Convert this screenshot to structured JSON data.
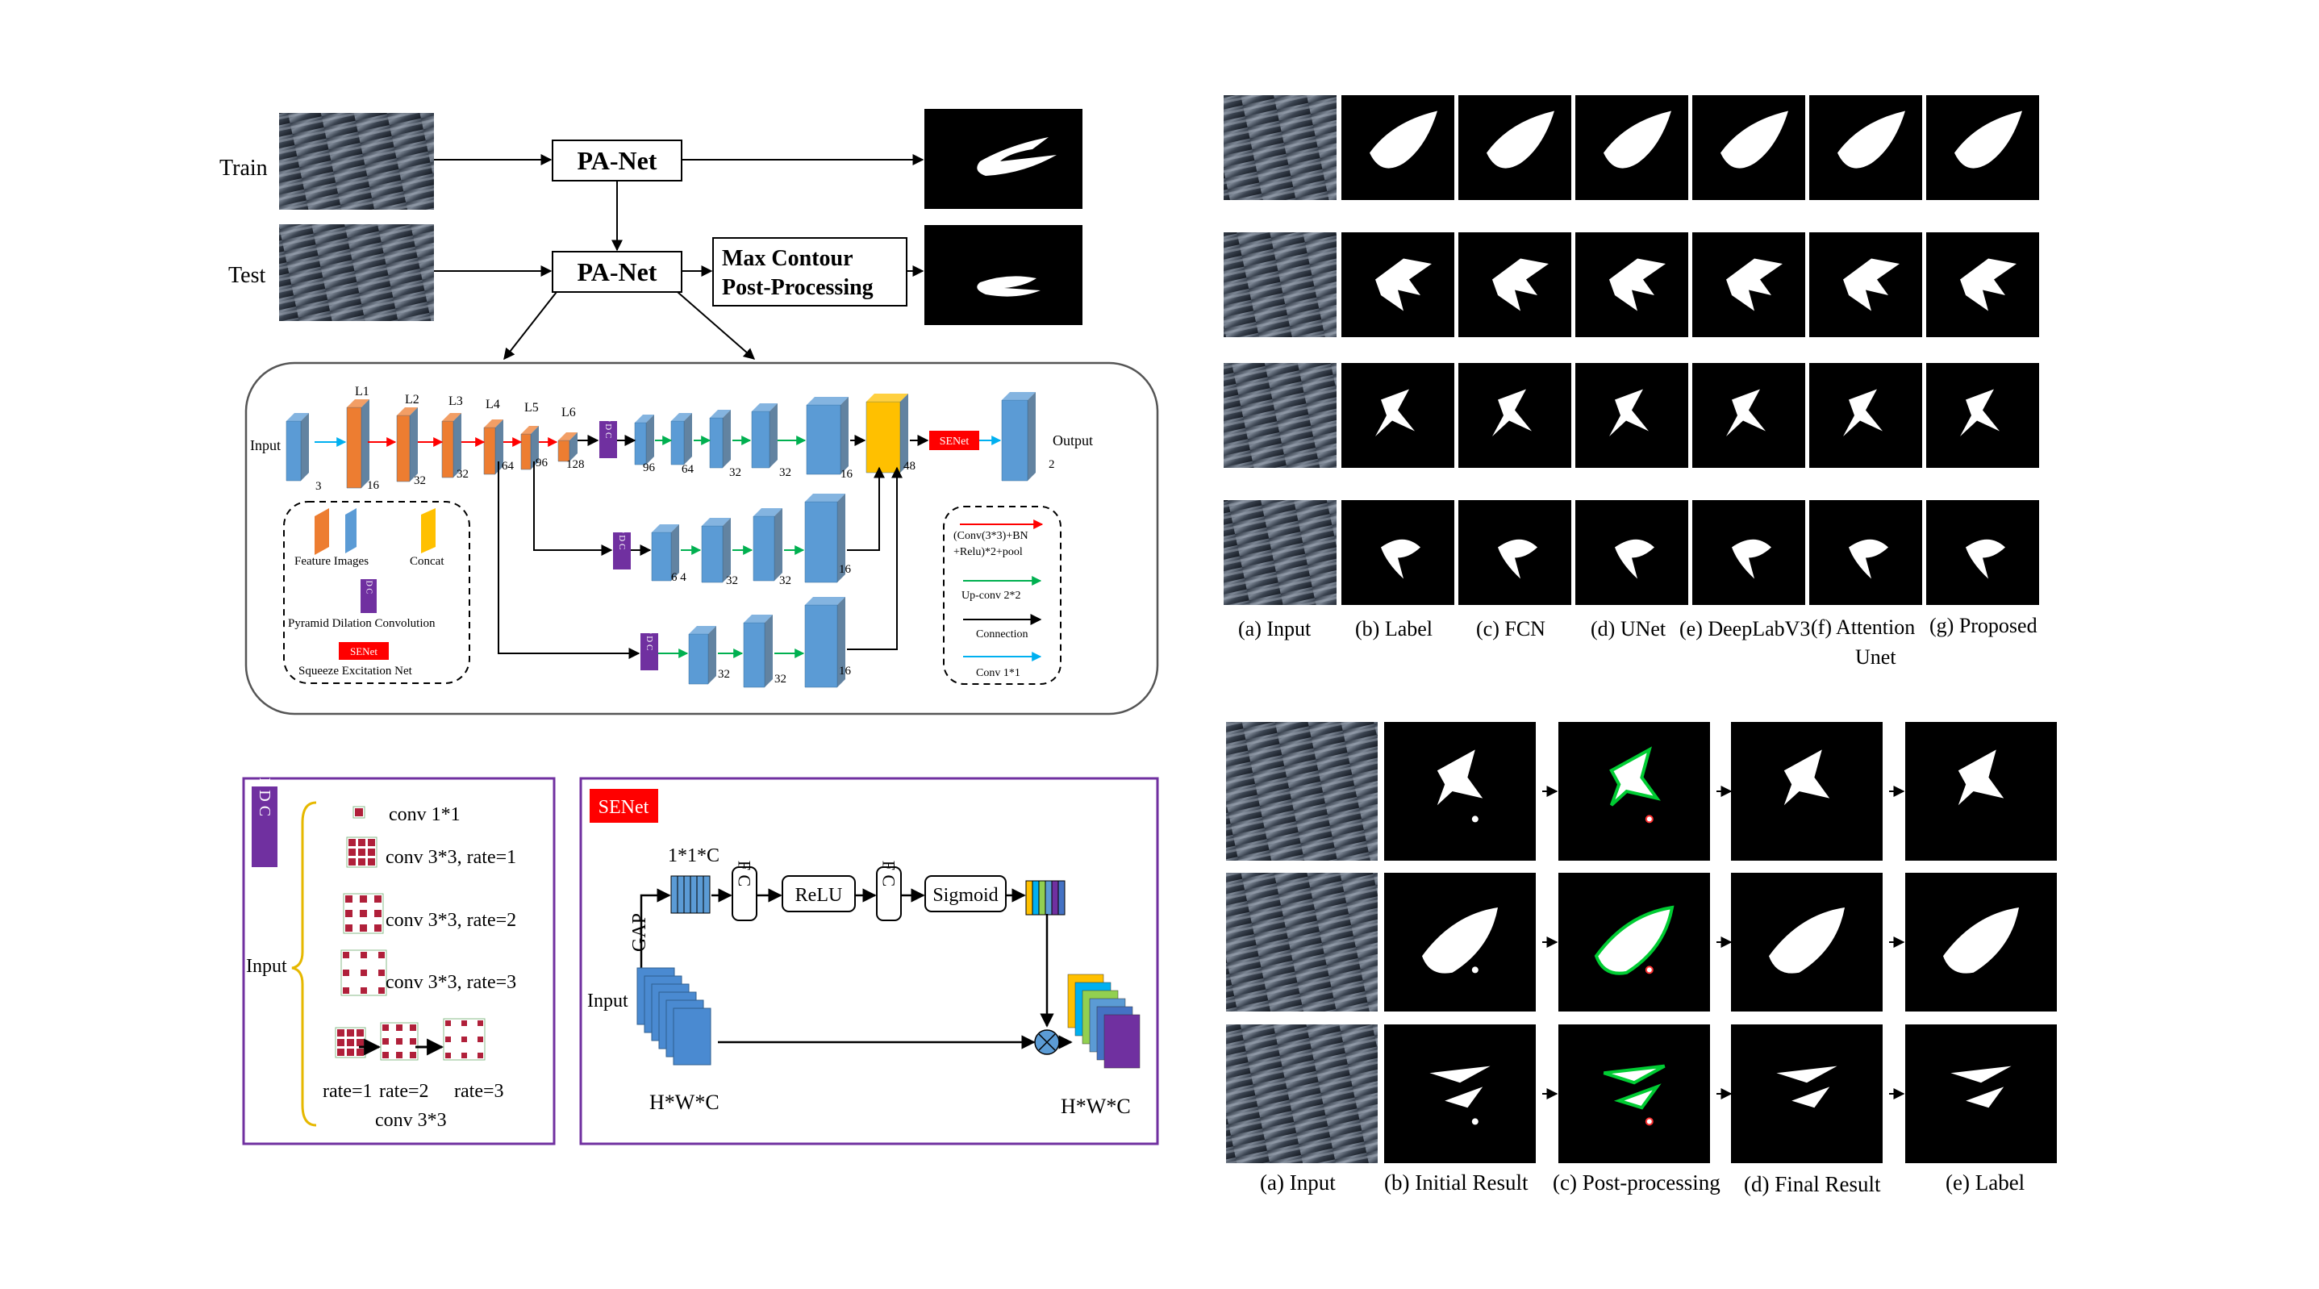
{
  "pipeline": {
    "train_label": "Train",
    "test_label": "Test",
    "net_train": "PA-Net",
    "net_test": "PA-Net",
    "post_line1": "Max Contour",
    "post_line2": "Post-Processing"
  },
  "architecture": {
    "input_label": "Input",
    "output_label": "Output",
    "level_labels": [
      "L1",
      "L2",
      "L3",
      "L4",
      "L5",
      "L6"
    ],
    "encoder_channels": [
      "3",
      "16",
      "32",
      "32",
      "64",
      "96",
      "128"
    ],
    "decoder_top_channels": [
      "96",
      "64",
      "32",
      "32",
      "16",
      "48"
    ],
    "output_channel": "2",
    "pdc_text": "P D C",
    "senet_text": "SENet",
    "branch1_channels": [
      "6 4",
      "32",
      "32",
      "16"
    ],
    "branch2_channels": [
      "32",
      "32",
      "16"
    ],
    "legend": {
      "feature_images": "Feature Images",
      "concat": "Concat",
      "pdc_name": "Pyramid Dilation Convolution",
      "senet_badge": "SENet",
      "senet_name": "Squeeze Excitation Net"
    },
    "arrow_legend": {
      "red_line1": "(Conv(3*3)+BN",
      "red_line2": "+Relu)*2+pool",
      "green": "Up-conv  2*2",
      "black": "Connection",
      "cyan": "Conv 1*1"
    }
  },
  "pdc_panel": {
    "badge": "P D C",
    "input_label": "Input",
    "rows": [
      "conv  1*1",
      "conv 3*3, rate=1",
      "conv 3*3, rate=2",
      "conv 3*3, rate=3"
    ],
    "rate_labels": [
      "rate=1",
      "rate=2",
      "rate=3"
    ],
    "bottom_label": "conv 3*3"
  },
  "senet_panel": {
    "badge": "SENet",
    "gap_label": "GAP",
    "vector_label": "1*1*C",
    "fc1": "F C",
    "relu": "ReLU",
    "fc2": "F C",
    "sigmoid": "Sigmoid",
    "input_label": "Input",
    "hwc_left": "H*W*C",
    "hwc_right": "H*W*C"
  },
  "comparison": {
    "captions_line1": [
      "(a) Input",
      "(b) Label",
      "(c) FCN",
      "(d) UNet",
      "(e) DeepLabV3",
      "(f) Attention",
      "(g) Proposed"
    ],
    "caption_f_line2": "Unet"
  },
  "postproc": {
    "captions": [
      "(a) Input",
      "(b) Initial  Result",
      "(c) Post-processing",
      "(d) Final  Result",
      "(e) Label"
    ]
  },
  "colors": {
    "blue_block": "#5b9bd5",
    "orange_block": "#ed7d31",
    "yellow_block": "#ffc000",
    "pdc_purple": "#7030a0",
    "senet_red": "#ff0000",
    "panel_border": "#7030a0",
    "arrow_red": "#ff0000",
    "arrow_green": "#00b050",
    "arrow_cyan": "#00b0f0",
    "contour_green": "#00cc33"
  }
}
